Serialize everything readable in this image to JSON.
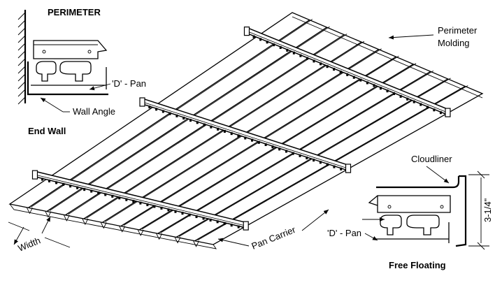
{
  "labels": {
    "perimeter": "PERIMETER",
    "d_pan_end": "'D' - Pan",
    "wall_angle": "Wall Angle",
    "end_wall": "End Wall",
    "perimeter_molding": "Perimeter\nMolding",
    "cloudliner": "Cloudliner",
    "dimension": "3-1/4\"",
    "d_pan_free": "'D' - Pan",
    "free_floating": "Free Floating",
    "pan_carrier": "Pan Carrier",
    "width": "Width"
  },
  "colors": {
    "line": "#000000",
    "background": "#ffffff"
  }
}
